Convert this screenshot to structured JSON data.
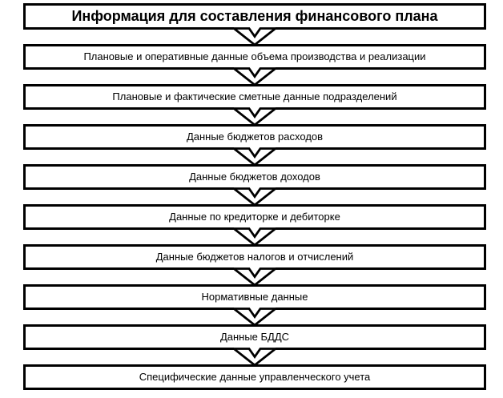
{
  "diagram": {
    "title": "Информация для составления финансового плана",
    "boxes": [
      "Плановые и оперативные данные объема производства и реализации",
      "Плановые и фактические сметные данные подразделений",
      "Данные бюджетов расходов",
      "Данные бюджетов доходов",
      "Данные по кредиторке и дебиторке",
      "Данные бюджетов налогов и отчислений",
      "Нормативные данные",
      "Данные БДДС",
      "Специфические данные управленческого учета"
    ],
    "arrow_icon": "double-chevron-down",
    "colors": {
      "border": "#000000",
      "text": "#000000",
      "background": "#ffffff",
      "fill": "#ffffff"
    }
  }
}
